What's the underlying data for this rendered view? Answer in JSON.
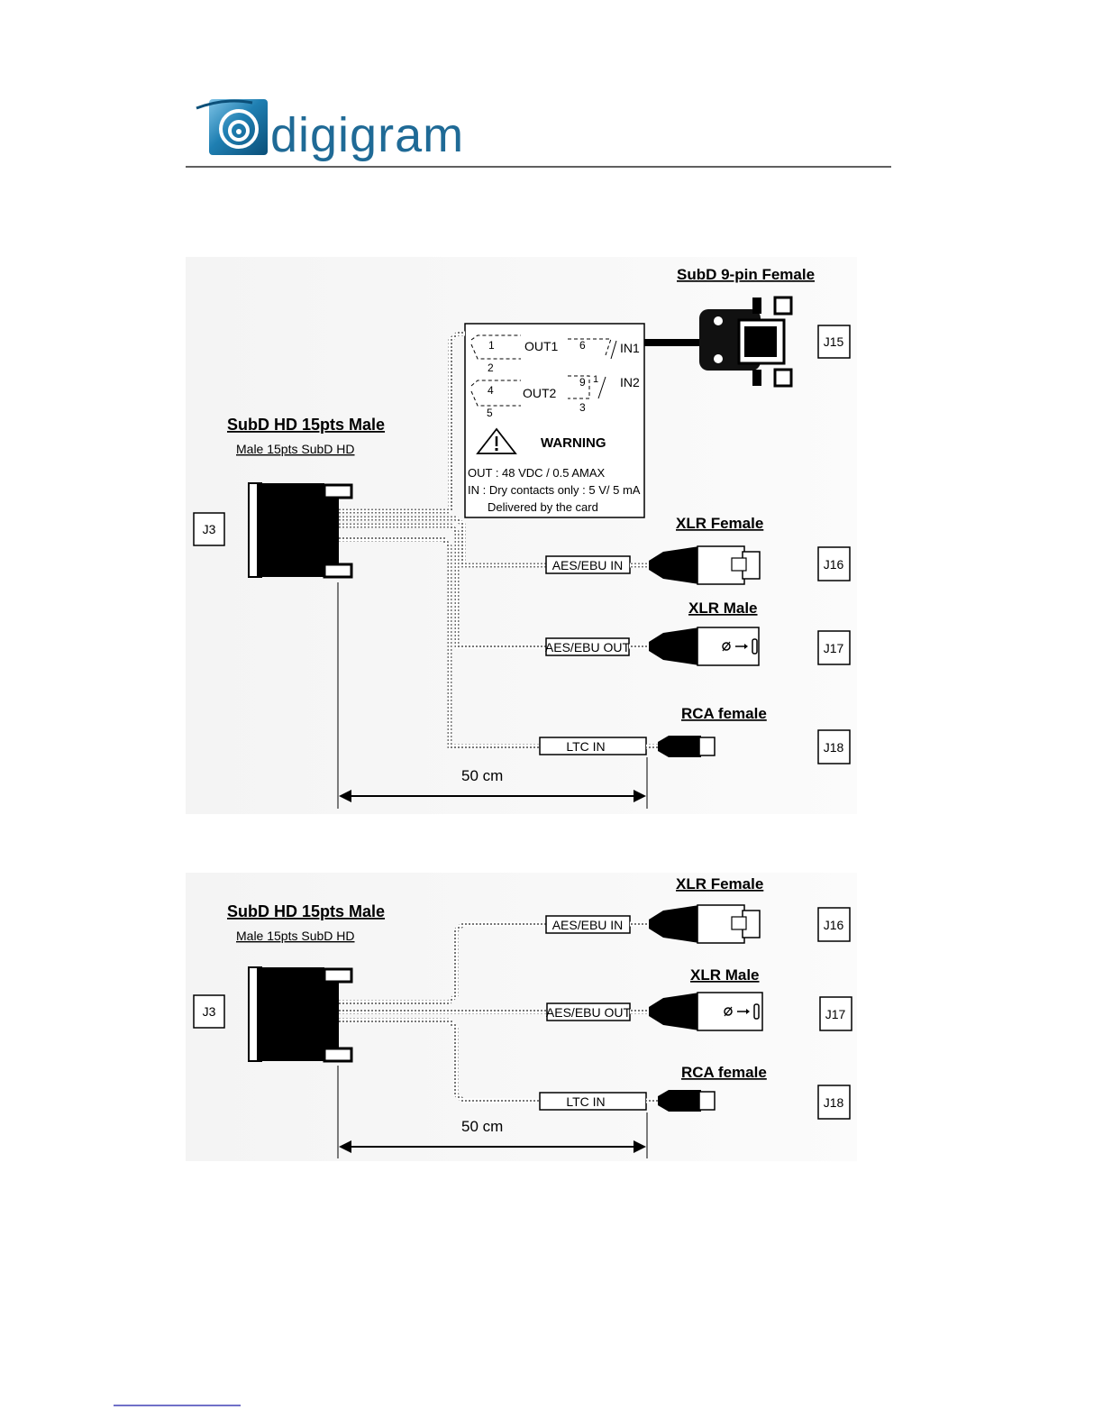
{
  "header": {
    "logo_text": "digigram"
  },
  "diagram1": {
    "subd9_label": "SubD 9-pin Female",
    "j15": "J15",
    "subdhd_title": "SubD HD 15pts Male",
    "subdhd_subtitle": "Male 15pts SubD HD",
    "j3": "J3",
    "box": {
      "out1": "OUT1",
      "out2": "OUT2",
      "in1": "IN1",
      "in2": "IN2",
      "pin1": "1",
      "pin2": "2",
      "pin3": "3",
      "pin4": "4",
      "pin5": "5",
      "pin6": "6",
      "pin9": "9",
      "pin1b": "1",
      "warning": "WARNING",
      "line1": "OUT : 48 VDC / 0.5 AMAX",
      "line2": "IN : Dry contacts only : 5 V/ 5 mA",
      "line3": "Delivered by the card"
    },
    "xlr_female": "XLR Female",
    "aes_in": "AES/EBU IN",
    "j16": "J16",
    "xlr_male": "XLR Male",
    "aes_out": "AES/EBU OUT",
    "j17": "J17",
    "rca_female": "RCA female",
    "ltc_in": "LTC IN",
    "j18": "J18",
    "length": "50 cm"
  },
  "diagram2": {
    "xlr_female": "XLR Female",
    "subdhd_title": "SubD HD 15pts Male",
    "subdhd_subtitle": "Male 15pts SubD HD",
    "aes_in": "AES/EBU IN",
    "j16": "J16",
    "j3": "J3",
    "xlr_male": "XLR Male",
    "aes_out": "AES/EBU OUT",
    "j17": "J17",
    "rca_female": "RCA female",
    "ltc_in": "LTC IN",
    "j18": "J18",
    "length": "50 cm"
  },
  "colors": {
    "logo_dark": "#0b4f78",
    "logo_mid": "#1f7fb2",
    "logo_light": "#7ec3e6",
    "footer_link": "#1a1aa6"
  }
}
